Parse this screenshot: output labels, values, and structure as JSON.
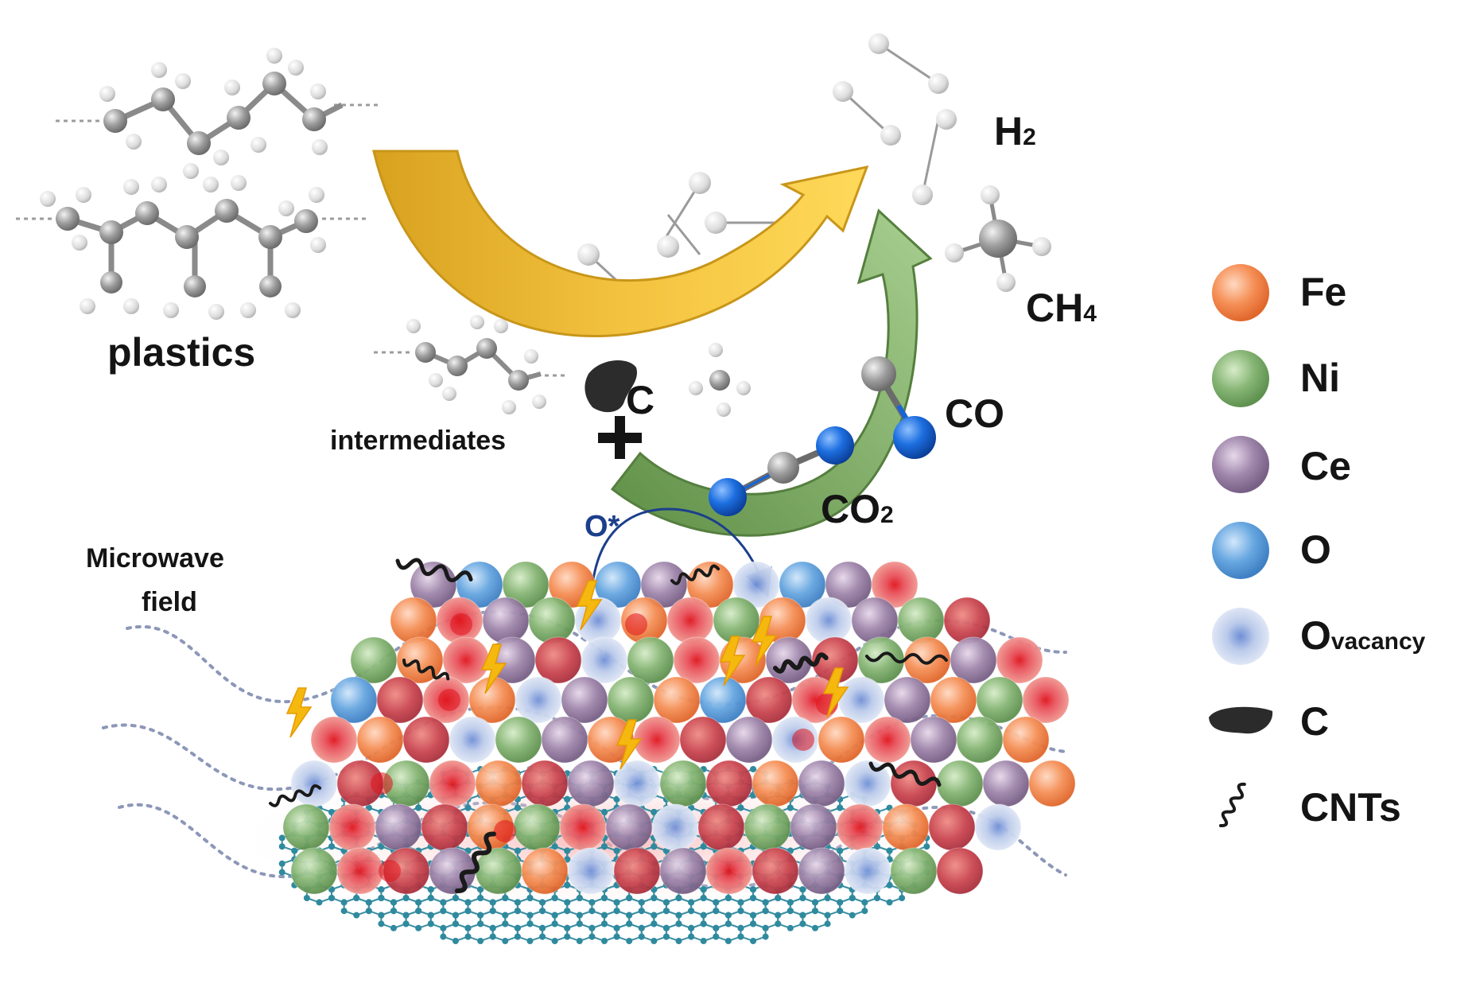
{
  "labels": {
    "plastics": "plastics",
    "intermediates": "intermediates",
    "c_near_plus": "C",
    "h2_main": "H",
    "h2_sub": "2",
    "ch4_main": "CH",
    "ch4_sub": "4",
    "co": "CO",
    "co2_main": "CO",
    "co2_sub": "2",
    "o_star": "O*",
    "microwave_line1": "Microwave",
    "microwave_line2": "field"
  },
  "legend": [
    {
      "label": "Fe",
      "sub": "",
      "color": "#f2884f",
      "kind": "sphere"
    },
    {
      "label": "Ni",
      "sub": "",
      "color": "#7fae6c",
      "kind": "sphere"
    },
    {
      "label": "Ce",
      "sub": "",
      "color": "#9a7fa6",
      "kind": "sphere"
    },
    {
      "label": "O",
      "sub": "",
      "color": "#5f9ed8",
      "kind": "sphere"
    },
    {
      "label": "O",
      "sub": "vacancy",
      "color": "#b9c8e6",
      "kind": "sphere"
    },
    {
      "label": "C",
      "sub": "",
      "color": "#2b2b2b",
      "kind": "carbon"
    },
    {
      "label": "CNTs",
      "sub": "",
      "color": "#1a1a1a",
      "kind": "cnt"
    }
  ],
  "colors": {
    "yellow_arrow": "#f0bc3a",
    "green_arrow": "#7aa860",
    "oxygen_atom": "#1565d8",
    "carbon_atom": "#9a9a9a",
    "hydrogen_atom": "#e6e6e6",
    "graphene": "#2f8a9e",
    "microwave_wave": "#8c97b8",
    "spark": "#f5b80f"
  }
}
